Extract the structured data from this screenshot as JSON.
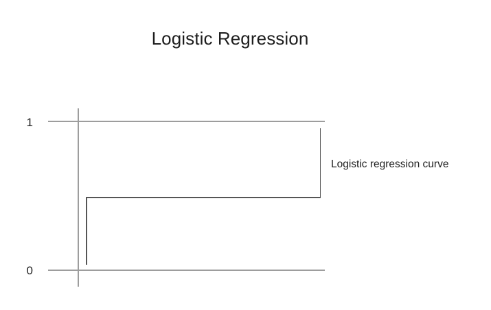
{
  "figure": {
    "title": "Logistic Regression",
    "background_color": "#ffffff",
    "text_color": "#1d1d1d",
    "axis_color": "#9d9d9d",
    "curve_color": "#555555"
  },
  "axis": {
    "y_ticks": [
      {
        "label": "1",
        "value": 1
      },
      {
        "label": "0",
        "value": 0
      }
    ]
  },
  "annotations": [
    {
      "name": "curve-annotation",
      "text": "Logistic regression curve"
    }
  ],
  "chart_data": {
    "type": "line",
    "title": "Logistic Regression",
    "xlabel": "",
    "ylabel": "",
    "ylim": [
      0,
      1
    ],
    "ytick_labels": [
      "0",
      "1"
    ],
    "ytick_values": [
      0,
      1
    ],
    "grid": true,
    "gridlines_y": [
      0,
      1
    ],
    "legend": null,
    "series": [
      {
        "name": "Logistic regression curve",
        "color": "#555555",
        "drawstyle": "steps",
        "x": [
          0.03,
          0.03,
          1.0,
          1.0
        ],
        "y": [
          0.0,
          0.5,
          0.5,
          0.97
        ]
      }
    ],
    "annotations": [
      {
        "text": "Logistic regression curve",
        "x": 1.03,
        "y": 0.71
      }
    ]
  }
}
